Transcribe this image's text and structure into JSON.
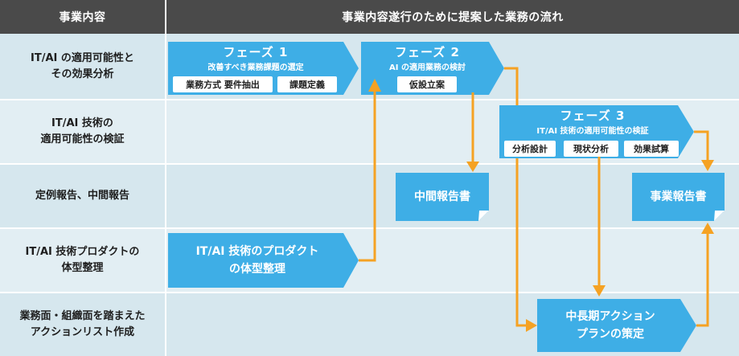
{
  "header": {
    "col1": "事業内容",
    "col2": "事業内容遂行のために提案した業務の流れ"
  },
  "rows": [
    {
      "label": "IT/AI の適用可能性と\nその効果分析"
    },
    {
      "label": "IT/AI 技術の\n適用可能性の検証"
    },
    {
      "label": "定例報告、中間報告"
    },
    {
      "label": "IT/AI 技術プロダクトの\n体型整理"
    },
    {
      "label": "業務面・組織面を踏まえた\nアクションリスト作成"
    }
  ],
  "phase1": {
    "title": "フェーズ 1",
    "subtitle": "改善すべき業務課題の選定",
    "chips": [
      "業務方式 要件抽出",
      "課題定義"
    ]
  },
  "phase2": {
    "title": "フェーズ 2",
    "subtitle": "AI の適用業務の検討",
    "chips": [
      "仮設立案"
    ]
  },
  "phase3": {
    "title": "フェーズ 3",
    "subtitle": "IT/AI 技術の適用可能性の検証",
    "chips": [
      "分析設計",
      "現状分析",
      "効果試算"
    ]
  },
  "docs": {
    "interim": "中間報告書",
    "business": "事業報告書"
  },
  "product_box": "IT/AI 技術のプロダクト\nの体型整理",
  "plan_box": "中長期アクション\nプランの策定",
  "colors": {
    "header": "#4a4a4a",
    "row_dark": "#d6e7ee",
    "row_light": "#e2eef3",
    "blue": "#3eaee6",
    "orange": "#f5a223"
  }
}
